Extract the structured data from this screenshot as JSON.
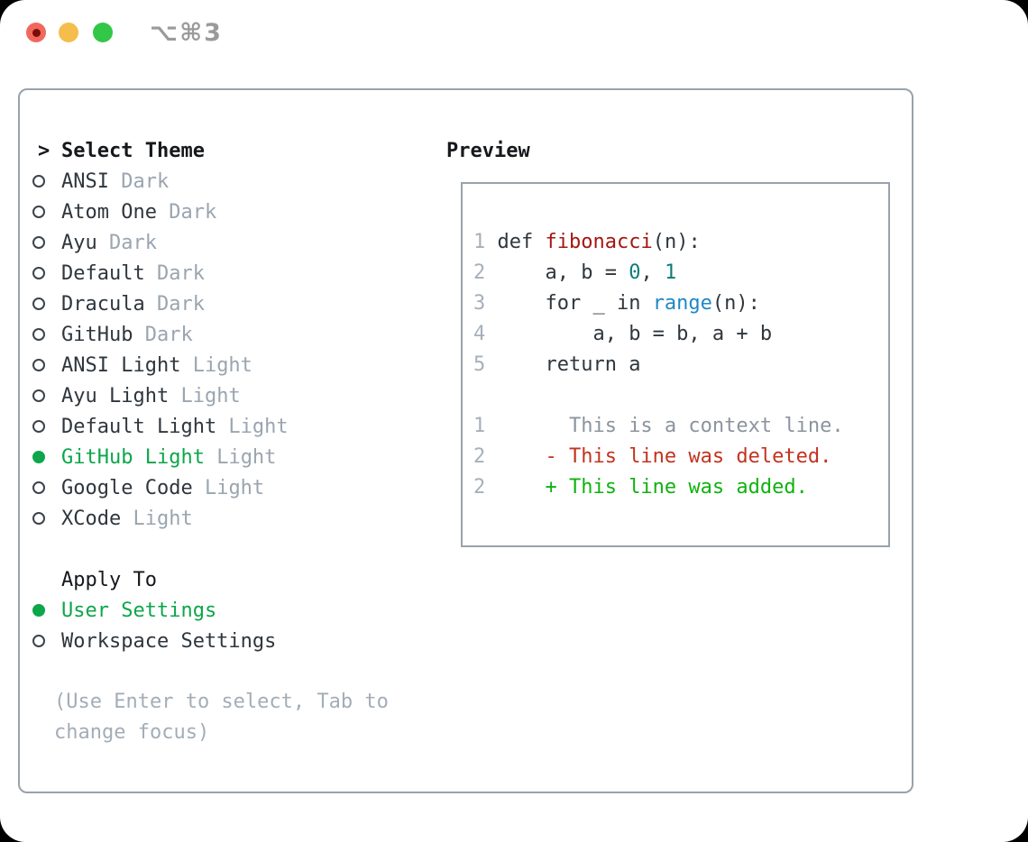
{
  "colors": {
    "text_dark": "#2f363d",
    "header_black": "#15181c",
    "muted": "#9aa5b0",
    "hint": "#a3adb7",
    "selected_green": "#0da64a",
    "ring": "#3c434b",
    "border": "#99a2ac",
    "line_number": "#a6b0ba",
    "code_dark": "#2f363d",
    "code_red": "#a31712",
    "code_teal": "#0f7b7b",
    "code_blue": "#1e88c7",
    "diff_context": "#8b949e",
    "diff_del": "#c2331f",
    "diff_add": "#10b210",
    "traffic_red": "#f0685d",
    "traffic_red_dot": "#7a0d06",
    "traffic_yellow": "#f5bd4c",
    "traffic_green": "#33c748",
    "shortcut_gray": "#9a9a9a"
  },
  "titlebar": {
    "shortcut": "⌥⌘3"
  },
  "left": {
    "header_prefix": ">",
    "header": "Select Theme",
    "themes": [
      {
        "name": "ANSI",
        "variant": "Dark",
        "selected": false
      },
      {
        "name": "Atom One",
        "variant": "Dark",
        "selected": false
      },
      {
        "name": "Ayu",
        "variant": "Dark",
        "selected": false
      },
      {
        "name": "Default",
        "variant": "Dark",
        "selected": false
      },
      {
        "name": "Dracula",
        "variant": "Dark",
        "selected": false
      },
      {
        "name": "GitHub",
        "variant": "Dark",
        "selected": false
      },
      {
        "name": "ANSI Light",
        "variant": "Light",
        "selected": false
      },
      {
        "name": "Ayu Light",
        "variant": "Light",
        "selected": false
      },
      {
        "name": "Default Light",
        "variant": "Light",
        "selected": false
      },
      {
        "name": "GitHub Light",
        "variant": "Light",
        "selected": true
      },
      {
        "name": "Google Code",
        "variant": "Light",
        "selected": false
      },
      {
        "name": "XCode",
        "variant": "Light",
        "selected": false
      }
    ],
    "apply_header": "Apply To",
    "apply_options": [
      {
        "name": "User Settings",
        "selected": true
      },
      {
        "name": "Workspace Settings",
        "selected": false
      }
    ],
    "hint": "(Use Enter to select, Tab to change focus)"
  },
  "preview": {
    "title": "Preview",
    "code_lines": [
      {
        "num": "1",
        "segments": [
          [
            " def ",
            "code_dark"
          ],
          [
            "fibonacci",
            "code_red"
          ],
          [
            "(n):",
            "code_dark"
          ]
        ]
      },
      {
        "num": "2",
        "segments": [
          [
            "     a, b = ",
            "code_dark"
          ],
          [
            "0",
            "code_teal"
          ],
          [
            ", ",
            "code_dark"
          ],
          [
            "1",
            "code_teal"
          ]
        ]
      },
      {
        "num": "3",
        "segments": [
          [
            "     for _ in ",
            "code_dark"
          ],
          [
            "range",
            "code_blue"
          ],
          [
            "(n):",
            "code_dark"
          ]
        ]
      },
      {
        "num": "4",
        "segments": [
          [
            "         a, b = b, a + b",
            "code_dark"
          ]
        ]
      },
      {
        "num": "5",
        "segments": [
          [
            "     return a",
            "code_dark"
          ]
        ]
      },
      {
        "num": "",
        "segments": []
      },
      {
        "num": "1",
        "segments": [
          [
            "       This is a context line.",
            "diff_context"
          ]
        ]
      },
      {
        "num": "2",
        "segments": [
          [
            "     - This line was deleted.",
            "diff_del"
          ]
        ]
      },
      {
        "num": "2",
        "segments": [
          [
            "     + This line was added.",
            "diff_add"
          ]
        ]
      }
    ]
  }
}
